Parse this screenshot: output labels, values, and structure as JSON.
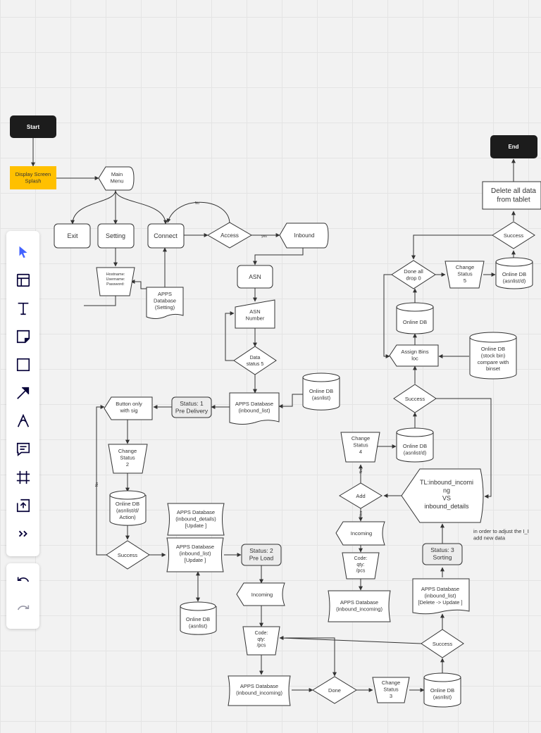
{
  "nodes": {
    "start": "Start",
    "splash": "Display Screen\nSplash",
    "main_menu": "Main\nMenu",
    "exit": "Exit",
    "setting": "Setting",
    "connect": "Connect",
    "access": "Access",
    "inbound": "Inbound",
    "login": "Hostname:\nUsername:\nPassword:",
    "apps_setting": "APPS\nDatabase\n(Setting)",
    "asn": "ASN",
    "asn_number": "ASN\nNumber",
    "data_status5": "Data\nstatus 5",
    "apps_inbound_list_1": "APPS Database\n(inbound_list)",
    "online_asnlist_1": "Online DB\n(asnlist)",
    "status1": "Status: 1\nPre Delivery",
    "button_sig": "Button only\nwith sig",
    "change_status2": "Change\nStatus\n2",
    "online_action": "Online DB\n(asnlist/d/\nAction)",
    "success_1": "Success",
    "apps_details_update": "APPS Database\n(inbound_details)\n[Update ]",
    "apps_list_update": "APPS Database\n(inbound_list)\n[Update ]",
    "status2": "Status: 2\nPre Load",
    "online_asnlist_2": "Online DB\n(asnlist)",
    "incoming_1": "Incoming",
    "code_1": "Code:\nqty:\n/pcs",
    "apps_incoming_1": "APPS Database\n(inbound_incoming)",
    "done": "Done",
    "change_status3": "Change\nStatus\n3",
    "online_asnlist_3": "Online DB\n(asnlist)",
    "success_2": "Success",
    "apps_list_delete": "APPS Database\n(inbound_list)\n[Delete -> Update ]",
    "status3": "Status: 3\nSorting",
    "tl_compare": "TL:inbound_incomi\nng\nVS\ninbound_details",
    "add": "Add",
    "incoming_2": "Incoming",
    "code_2": "Code:\nqty:\n/pcs",
    "apps_incoming_2": "APPS Database\n(inbound_incoming)",
    "change_status4": "Change\nStatus\n4",
    "online_asnlist_d_1": "Online DB\n(asnlist/d)",
    "success_3": "Success",
    "assign_bins": "Assign Bins\nloc",
    "online_stockbin": "Online DB\n(stock bin)\ncompare with\nbinset",
    "online_db": "Online DB",
    "done_drop": "Done all\ndrop 0",
    "change_status5": "Change\nStatus\n5",
    "online_asnlist_d_2": "Online DB\n(asnlist/d)",
    "success_4": "Success",
    "delete_all": "Delete all data\nfrom tablet",
    "end": "End"
  },
  "edge_labels": {
    "no": "No",
    "yes": "yes",
    "yes_vertical": "Yes",
    "no_vertical": "No"
  },
  "annotations": {
    "note": "in order to adjust the I_I\nadd new data"
  },
  "toolbar": {
    "tools": [
      "select-icon",
      "template-icon",
      "text-icon",
      "sticky-note-icon",
      "rectangle-icon",
      "arrow-icon",
      "pen-icon",
      "comment-icon",
      "frame-icon",
      "upload-icon",
      "more-icon"
    ],
    "history": [
      "undo-icon",
      "redo-icon"
    ],
    "accent": "#4262ff"
  },
  "colors": {
    "terminal_fill": "#1c1c1c",
    "terminal_text": "#ffffff",
    "splash_fill": "#ffc000",
    "stroke": "#333333",
    "node_fill": "#ffffff",
    "status_fill": "#ececec"
  }
}
